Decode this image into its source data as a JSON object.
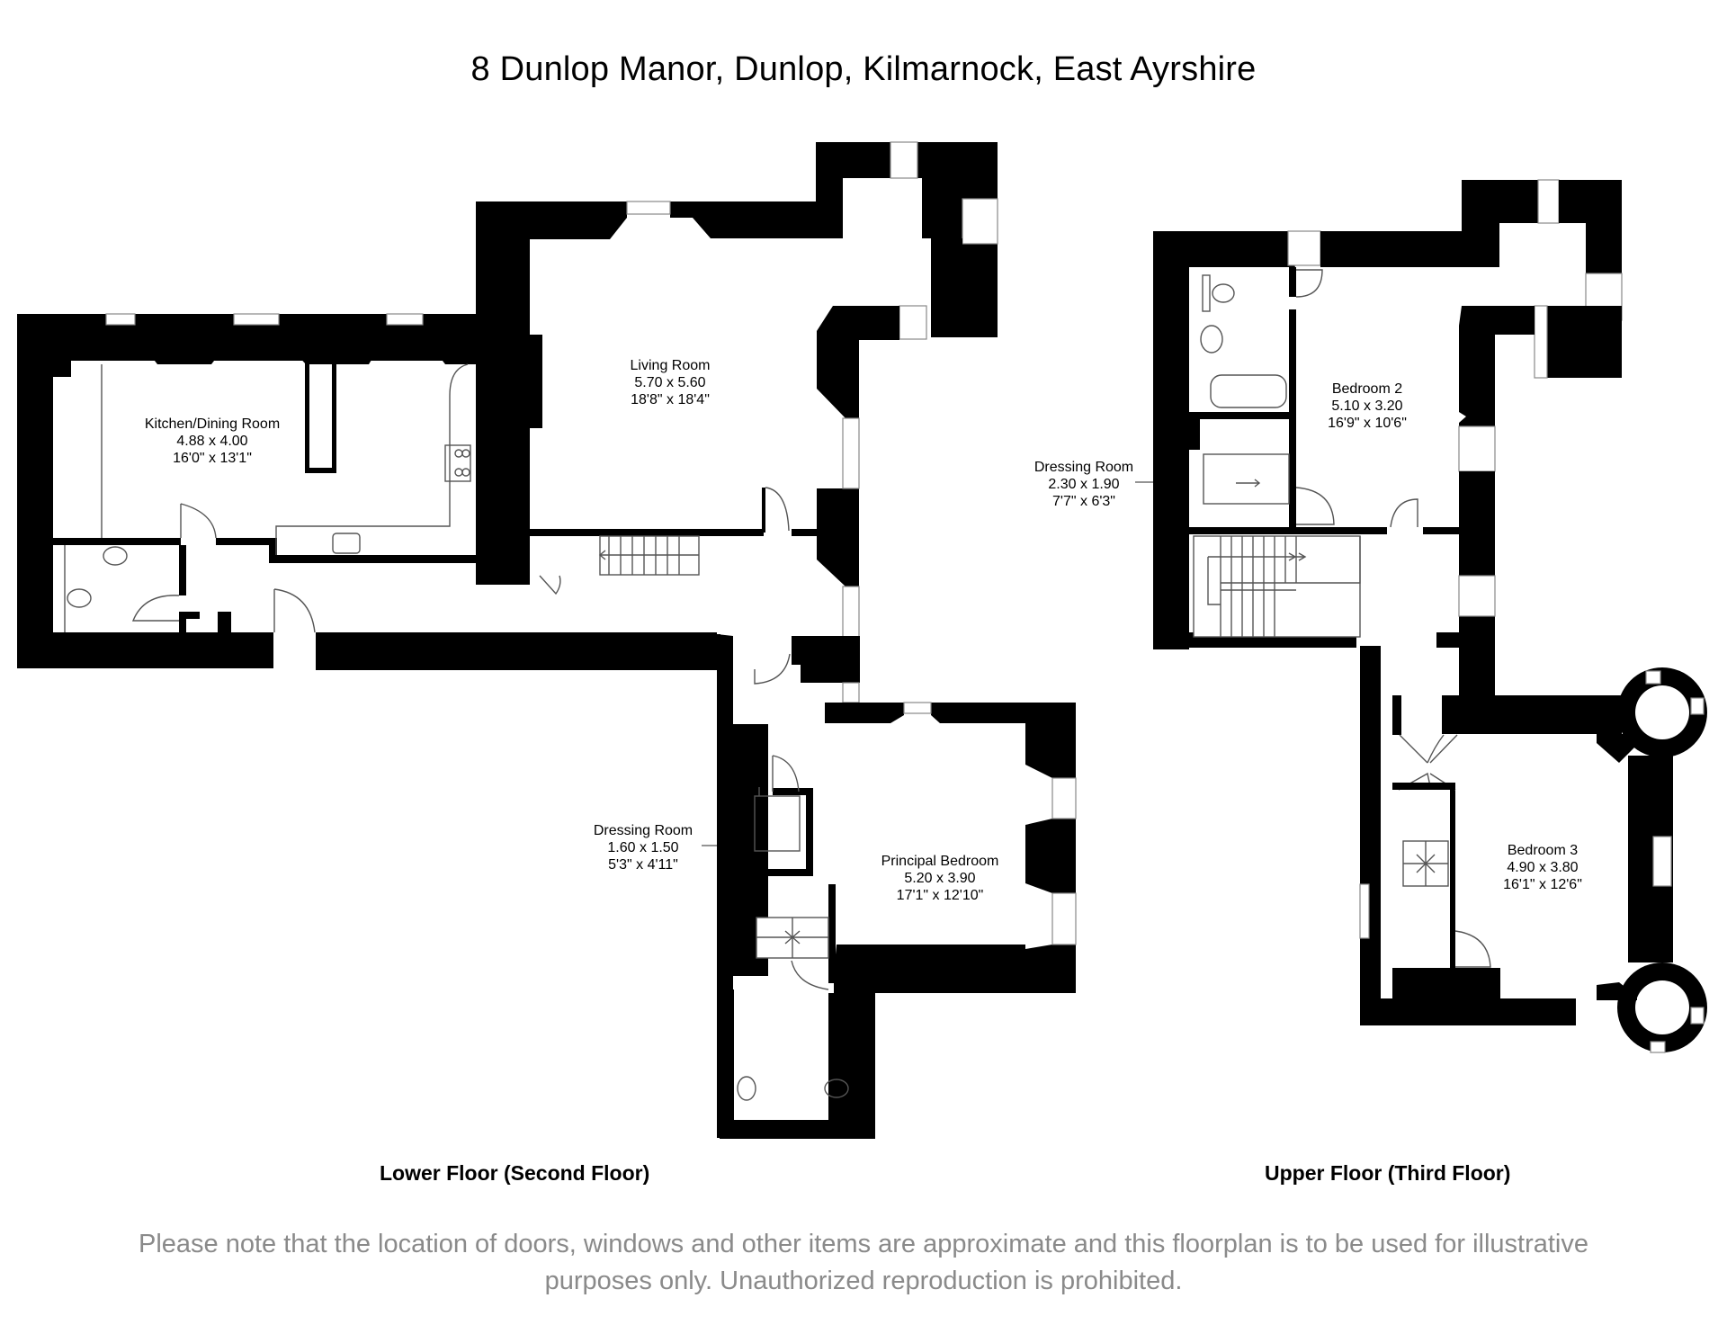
{
  "header": {
    "title": "8 Dunlop Manor, Dunlop, Kilmarnock, East Ayrshire"
  },
  "floors": [
    {
      "label": "Lower Floor (Second Floor)",
      "rooms": [
        {
          "name": "Kitchen/Dining Room",
          "metric": "4.88 x 4.00",
          "imperial": "16'0\" x 13'1\""
        },
        {
          "name": "Living Room",
          "metric": "5.70 x 5.60",
          "imperial": "18'8\" x 18'4\""
        },
        {
          "name": "Dressing Room",
          "metric": "1.60 x 1.50",
          "imperial": "5'3\" x 4'11\""
        },
        {
          "name": "Principal Bedroom",
          "metric": "5.20 x 3.90",
          "imperial": "17'1\" x 12'10\""
        }
      ]
    },
    {
      "label": "Upper Floor (Third Floor)",
      "rooms": [
        {
          "name": "Dressing Room",
          "metric": "2.30 x 1.90",
          "imperial": "7'7\" x 6'3\""
        },
        {
          "name": "Bedroom 2",
          "metric": "5.10 x 3.20",
          "imperial": "16'9\" x 10'6\""
        },
        {
          "name": "Bedroom 3",
          "metric": "4.90 x 3.80",
          "imperial": "16'1\" x 12'6\""
        }
      ]
    }
  ],
  "footer": {
    "disclaimer_line1": "Please note that the location of doors, windows and other items are approximate and this floorplan is to be used for illustrative",
    "disclaimer_line2": "purposes only. Unauthorized reproduction is prohibited."
  },
  "colors": {
    "wall": "#000000",
    "text": "#000000",
    "disclaimer": "#8a8a8a",
    "background": "#ffffff"
  }
}
